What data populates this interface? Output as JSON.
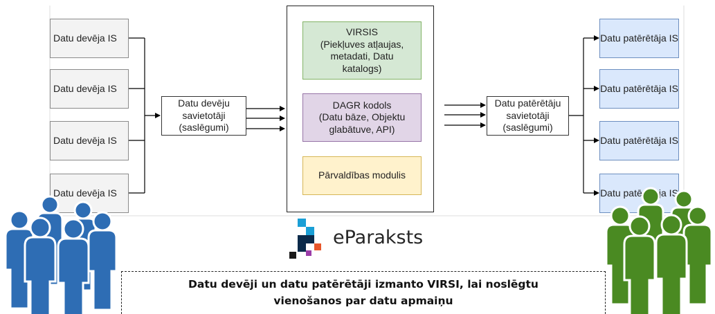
{
  "providers": [
    {
      "label": "Datu devēja IS"
    },
    {
      "label": "Datu devēja IS"
    },
    {
      "label": "Datu devēja IS"
    },
    {
      "label": "Datu devēja IS"
    }
  ],
  "provider_aggregator": {
    "label": "Datu devēju\nsavietotāji\n(saslēgumi)"
  },
  "platform": {
    "modules": [
      {
        "label": "VIRSIS\n(Piekļuves atļaujas,\nmetadati, Datu\nkatalogs)"
      },
      {
        "label": "DAGR kodols\n(Datu bāze, Objektu\nglabātuve, API)"
      },
      {
        "label": "Pārvaldības modulis"
      }
    ]
  },
  "consumer_aggregator": {
    "label": "Datu patērētāju\nsavietotāji\n(saslēgumi)"
  },
  "consumers": [
    {
      "label": "Datu patērētāja IS"
    },
    {
      "label": "Datu patērētāja IS"
    },
    {
      "label": "Datu patērētāja IS"
    },
    {
      "label": "Datu patērētāja IS"
    }
  ],
  "logo": {
    "text": "eParaksts"
  },
  "caption": {
    "line1": "Datu devēji un datu patērētāji izmanto VIRSI, lai noslēgtu",
    "line2": "vienošanos par datu apmaiņu"
  },
  "colors": {
    "provider_people": "#2e6db4",
    "consumer_people": "#4a8a22",
    "virsis": "#d5e8d4",
    "dagr": "#e1d5e7",
    "parvaldibas": "#fff2cc",
    "consumer_box": "#dae8fc"
  }
}
